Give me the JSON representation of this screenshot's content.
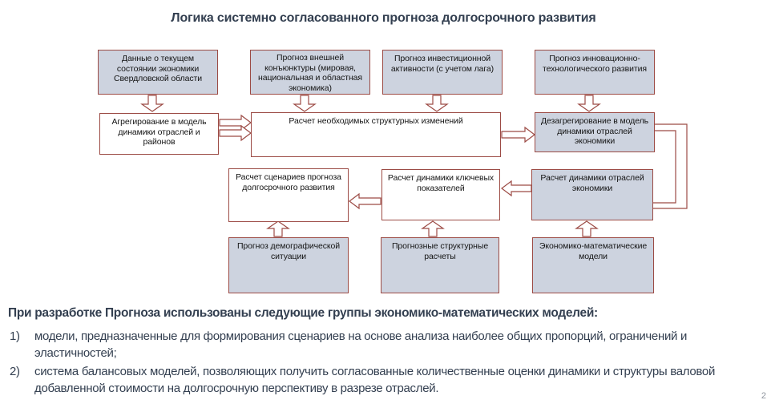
{
  "slide": {
    "title": "Логика системно согласованного прогноза долгосрочного развития",
    "page_number": "2"
  },
  "diagram": {
    "nodes": {
      "current_state": "Данные о текущем состоянии экономики Свердловской области",
      "external_forecast": "Прогноз внешней конъюнктуры (мировая, национальная и областная экономика)",
      "investment_forecast": "Прогноз инвестиционной активности (с учетом лага)",
      "innovation_forecast": "Прогноз инновационно-технологического развития",
      "aggregation": "Агрегирование в модель динамики отраслей и районов",
      "structural_changes": "Расчет необходимых структурных  изменений",
      "disaggregation": "Дезагрегирование в модель динамики отраслей экономики",
      "scenarios": "Расчет сценариев прогноза долгосрочного развития",
      "key_indicators": "Расчет динамики ключевых показателей",
      "industry_dynamics": "Расчет динамики отраслей экономики",
      "demographic_forecast": "Прогноз демографической ситуации",
      "structural_calculations": "Прогнозные структурные расчеты",
      "econ_math_models": "Экономико-математические модели"
    }
  },
  "footer": {
    "heading": "При разработке Прогноза использованы следующие группы экономико-математических моделей:",
    "items": [
      {
        "num": "1)",
        "text": "модели, предназначенные для формирования сценариев на основе анализа  наиболее общих пропорций, ограничений и эластичностей;"
      },
      {
        "num": "2)",
        "text": "система балансовых моделей, позволяющих получить  согласованные количественные оценки динамики  и структуры валовой добавленной стоимости на  долгосрочную перспективу в  разрезе отраслей."
      }
    ]
  },
  "colors": {
    "box_border": "#9c4b45",
    "box_fill": "#cdd3df",
    "text_dark": "#333f50"
  }
}
